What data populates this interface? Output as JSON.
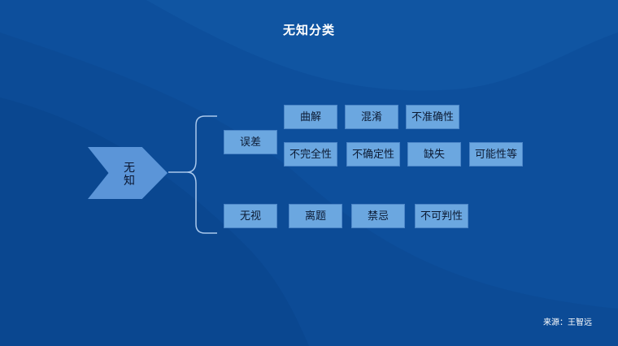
{
  "title": "无知分类",
  "root": {
    "line1": "无",
    "line2": "知"
  },
  "groups": [
    {
      "label": "误差",
      "rows": [
        [
          "曲解",
          "混淆",
          "不准确性"
        ],
        [
          "不完全性",
          "不确定性",
          "缺失",
          "可能性等"
        ]
      ]
    },
    {
      "label": "无视",
      "items": [
        "离题",
        "禁忌",
        "不可判性"
      ]
    }
  ],
  "source": "来源：王智远",
  "colors": {
    "background": "#0d4f9c",
    "node_fill": "#6ba7e0",
    "chevron": "#5b95d8"
  }
}
